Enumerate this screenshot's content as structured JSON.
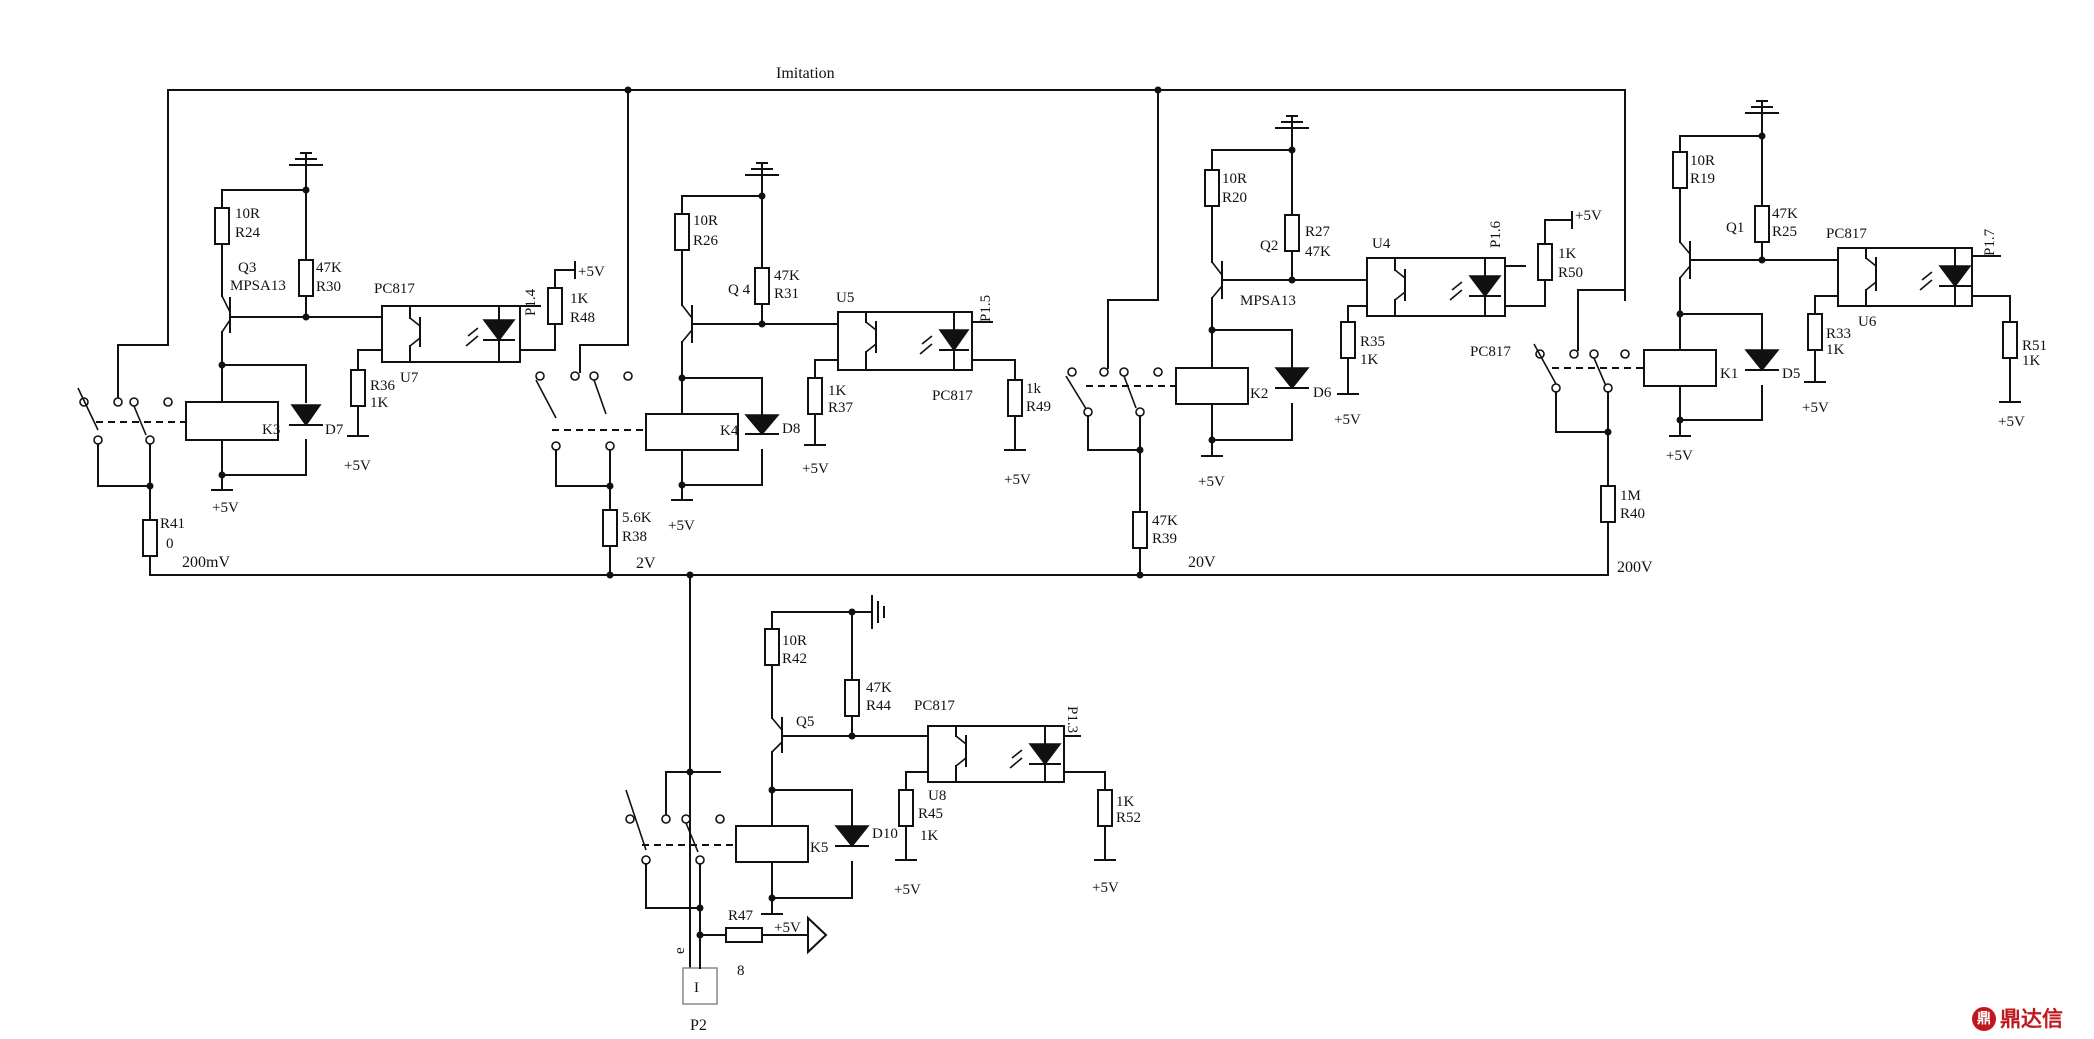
{
  "labels": {
    "imitation": "Imitation",
    "range_200mv": "200mV",
    "range_2v": "2V",
    "range_20v": "20V",
    "range_200v": "200V",
    "vcc": "+5V",
    "p2": "P2",
    "p2_pin": "I",
    "p2_pin_top": "e",
    "r47_value": "8"
  },
  "resistors": [
    {
      "id": "R24",
      "value": "10R"
    },
    {
      "id": "R30",
      "value": "47K"
    },
    {
      "id": "R36",
      "value": "1K"
    },
    {
      "id": "R48",
      "value": "1K"
    },
    {
      "id": "R41",
      "value": "0"
    },
    {
      "id": "R26",
      "value": "10R"
    },
    {
      "id": "R31",
      "value": "47K"
    },
    {
      "id": "R37",
      "value": "1K"
    },
    {
      "id": "R49",
      "value": "1k"
    },
    {
      "id": "R38",
      "value": "5.6K"
    },
    {
      "id": "R20",
      "value": "10R"
    },
    {
      "id": "R27",
      "value": "47K"
    },
    {
      "id": "R35",
      "value": "1K"
    },
    {
      "id": "R50",
      "value": "1K"
    },
    {
      "id": "R39",
      "value": "47K"
    },
    {
      "id": "R19",
      "value": "10R"
    },
    {
      "id": "R25",
      "value": "47K"
    },
    {
      "id": "R33",
      "value": "1K"
    },
    {
      "id": "R51",
      "value": "1K"
    },
    {
      "id": "R40",
      "value": "1M"
    },
    {
      "id": "R42",
      "value": "10R"
    },
    {
      "id": "R44",
      "value": "47K"
    },
    {
      "id": "R45",
      "value": "1K"
    },
    {
      "id": "R52",
      "value": "1K"
    },
    {
      "id": "R47",
      "value": ""
    }
  ],
  "transistors": [
    {
      "id": "Q3",
      "part": "MPSA13"
    },
    {
      "id": "Q 4",
      "part": ""
    },
    {
      "id": "Q2",
      "part": "MPSA13"
    },
    {
      "id": "Q1",
      "part": ""
    },
    {
      "id": "Q5",
      "part": ""
    }
  ],
  "optocouplers": [
    {
      "id": "U7",
      "part": "PC817",
      "pin": "P1.4"
    },
    {
      "id": "U5",
      "part": "PC817",
      "pin": "P1.5"
    },
    {
      "id": "U4",
      "part": "PC817",
      "pin": "P1.6"
    },
    {
      "id": "U6",
      "part": "PC817",
      "pin": "P1.7"
    },
    {
      "id": "U8",
      "part": "PC817",
      "pin": "P1.3"
    }
  ],
  "relays": [
    "K3",
    "K4",
    "K2",
    "K1",
    "K5"
  ],
  "diodes": [
    "D7",
    "D8",
    "D6",
    "D5",
    "D10"
  ],
  "watermark": {
    "glyph": "鼎",
    "text": "鼎达信"
  }
}
